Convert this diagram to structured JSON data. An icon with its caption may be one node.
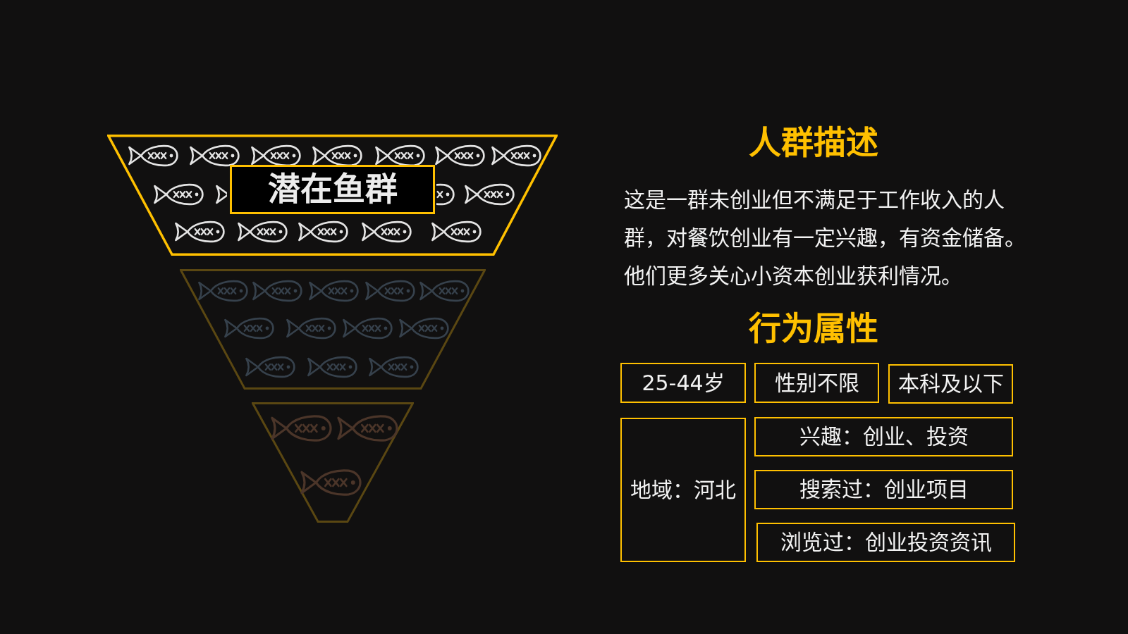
{
  "diagram": {
    "nodes": [
      {
        "text": [],
        "shape": "trapezoid"
      },
      {
        "text": [
          "潜在鱼群"
        ],
        "in": 0
      },
      {
        "text": [],
        "shape": "trapezoid"
      },
      {
        "text": [],
        "shape": "trapezoid"
      },
      {
        "text": [
          "25-44岁"
        ]
      },
      {
        "text": [
          "性别不限"
        ]
      },
      {
        "text": [
          "本科及以下"
        ]
      },
      {
        "text": [
          "地域：河北"
        ]
      },
      {
        "text": [
          "兴趣：创业、投资"
        ]
      },
      {
        "text": [
          "搜索过：创业项目"
        ]
      },
      {
        "text": [
          "浏览过：创业投资资讯"
        ]
      }
    ],
    "labels": [
      "人群描述",
      "这是一群未创业但不满足于工作收入的人群，对餐饮创业有一定兴趣，有资金储备。他们更多关心小资本创业获利情况。",
      "行为属性"
    ]
  }
}
